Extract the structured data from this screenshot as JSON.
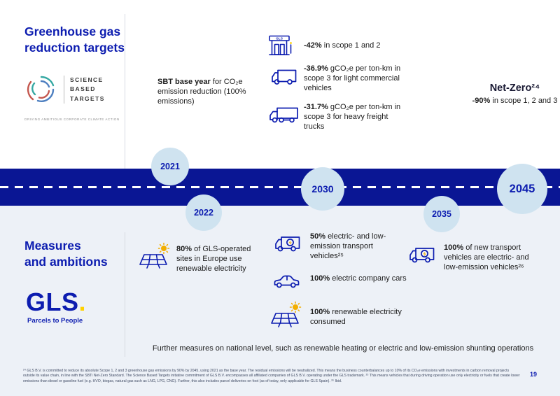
{
  "colors": {
    "brand_navy": "#0d1db0",
    "timeline_band": "#0a1694",
    "year_circle": "#cfe3f0",
    "accent_yellow": "#ffd200",
    "bottom_background": "#edf1f7"
  },
  "header": {
    "title": "Greenhouse gas\nreduction targets"
  },
  "sbt_logo": {
    "name": "SCIENCE\nBASED\nTARGETS",
    "tagline": "DRIVING AMBITIOUS CORPORATE CLIMATE ACTION"
  },
  "base_year": {
    "bold": "SBT base year",
    "rest": " for CO₂e emission reduction (100% emissions)"
  },
  "targets": [
    {
      "icon": "fuel-station-icon",
      "bold": "-42%",
      "rest": " in scope 1 and 2"
    },
    {
      "icon": "delivery-van-icon",
      "bold": "-36.9%",
      "rest": " gCO₂e per ton-km in scope 3 for light commercial vehicles"
    },
    {
      "icon": "freight-truck-icon",
      "bold": "-31.7%",
      "rest": " gCO₂e per ton-km in scope 3 for heavy freight trucks"
    }
  ],
  "net_zero": {
    "title": "Net-Zero²⁴",
    "bold": "-90%",
    "rest": " in scope 1, 2 and 3"
  },
  "timeline": {
    "years": [
      "2021",
      "2022",
      "2030",
      "2035",
      "2045"
    ]
  },
  "measures": {
    "title": "Measures\nand ambitions",
    "renewable_sites": {
      "icon": "solar-panel-icon",
      "bold": "80%",
      "rest": " of GLS-operated sites in Europe use renewable electricity"
    },
    "by_2030": [
      {
        "icon": "electric-van-icon",
        "bold": "50%",
        "rest": " electric- and low-emission transport vehicles²⁵"
      },
      {
        "icon": "car-icon",
        "bold": "100%",
        "rest": " electric company cars"
      },
      {
        "icon": "solar-panel-icon",
        "bold": "100%",
        "rest": " renewable electricity consumed"
      }
    ],
    "by_2045": {
      "icon": "electric-van-icon",
      "bold": "100%",
      "rest": " of new transport vehicles are electric- and low-emission vehicles²⁶"
    },
    "further": "Further measures on national level, such as renewable heating or electric and low-emission shunting operations"
  },
  "gls_logo": {
    "name": "GLS",
    "dot": ".",
    "tagline": "Parcels to People"
  },
  "footnote": "²⁴ GLS B.V. is committed to reduce its absolute Scope 1, 2 and 3 greenhouse gas emissions by 90% by 2045, using 2021 as the base year. The residual emissions will be neutralized. This means the business counterbalances up to 10% of its CO₂e emissions with investments in carbon removal projects outside its value chain, in line with the SBTi Net-Zero Standard. The Science Based Targets initiative commitment of GLS B.V. encompasses all affiliated companies of GLS B.V. operating under the GLS trademark. ²⁵ This means vehicles that during driving operation use only electricity or fuels that create lower emissions than diesel or gasoline fuel (e.g. HVO, biogas, natural gas such as LNG, LPG, CNG). Further, this also includes parcel deliveries on foot (as of today, only applicable for GLS Spain). ²⁶ Ibid.",
  "page_number": "19"
}
